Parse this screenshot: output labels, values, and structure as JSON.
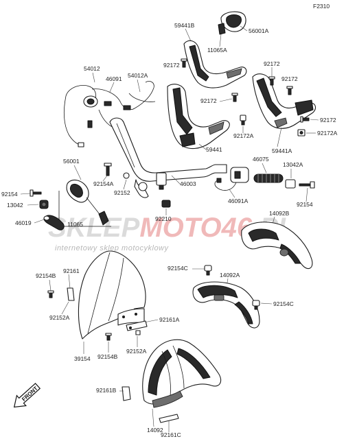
{
  "figure_code": "F2310",
  "front_marker": "FRONT",
  "watermark": {
    "brand_a": "SKLEP",
    "brand_b": "MOTO",
    "brand_c": "46",
    "brand_d": ".PL",
    "tagline": "internetowy sklep motocyklowy",
    "color_gray": "#9a9a9a",
    "color_red": "#d63a3a"
  },
  "labels": {
    "p56001A": "56001A",
    "p11065A": "11065A",
    "p59441B": "59441B",
    "p92172_a": "92172",
    "p92172_b": "92172",
    "p92172_c": "92172",
    "p92172_d": "92172",
    "p92172_e": "92172",
    "p54012": "54012",
    "p46091": "46091",
    "p54012A": "54012A",
    "p92172A_a": "92172A",
    "p92172A_b": "92172A",
    "p59441": "59441",
    "p59441A": "59441A",
    "p56001": "56001",
    "p92154_a": "92154",
    "p92154_b": "92154",
    "p13042": "13042",
    "p46019": "46019",
    "p11065": "11065",
    "p92154A": "92154A",
    "p92152": "92152",
    "p92210": "92210",
    "p46003": "46003",
    "p46075": "46075",
    "p13042A": "13042A",
    "p46091A": "46091A",
    "p14092B": "14092B",
    "p92154B_a": "92154B",
    "p92161": "92161",
    "p92152A_a": "92152A",
    "p92154C_a": "92154C",
    "p14092A": "14092A",
    "p92154C_b": "92154C",
    "p92161A": "92161A",
    "p39154": "39154",
    "p92154B_b": "92154B",
    "p92152A_b": "92152A",
    "p92161B": "92161B",
    "p14092": "14092",
    "p92161C": "92161C"
  }
}
